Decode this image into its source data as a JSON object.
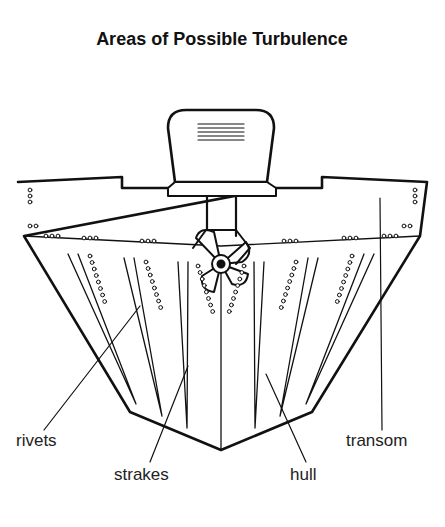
{
  "diagram": {
    "title": "Areas of Possible Turbulence",
    "labels": [
      "rivets",
      "strakes",
      "hull",
      "transom"
    ]
  }
}
